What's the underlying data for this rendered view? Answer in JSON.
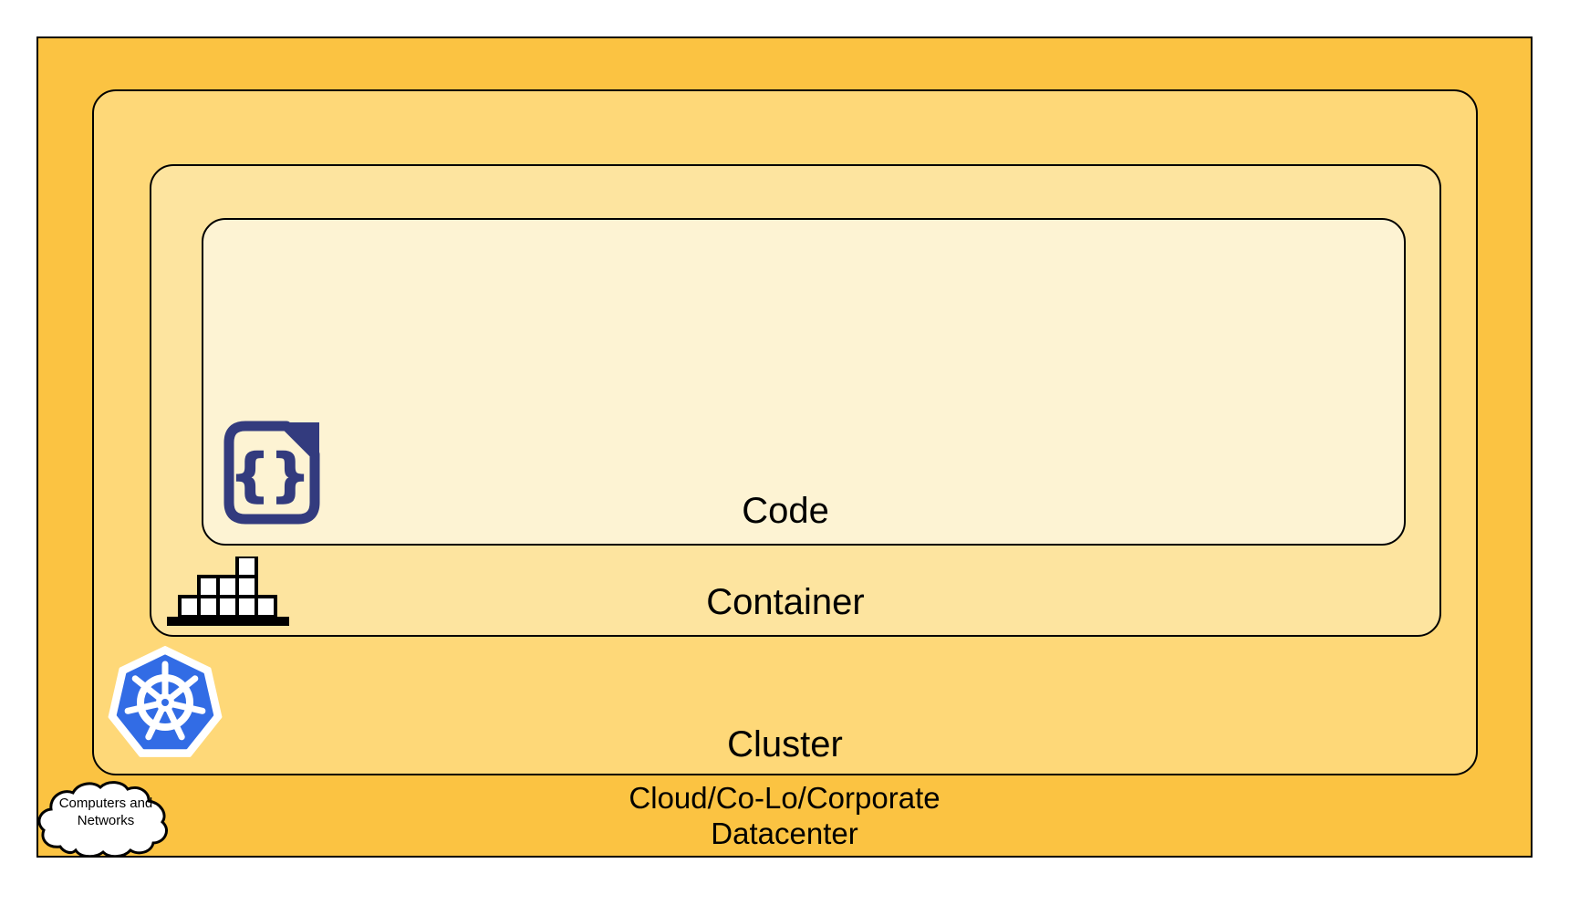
{
  "layers": {
    "code": {
      "label": "Code",
      "fill": "#FDF3D3",
      "icon": "code-file-icon"
    },
    "container": {
      "label": "Container",
      "fill": "#FDE49F",
      "icon": "container-stack-icon"
    },
    "cluster": {
      "label": "Cluster",
      "fill": "#FED878",
      "icon": "kubernetes-icon"
    },
    "datacenter": {
      "label_line1": "Cloud/Co-Lo/Corporate",
      "label_line2": "Datacenter",
      "fill": "#FBC342"
    }
  },
  "cloud_callout": {
    "line1": "Computers and",
    "line2": "Networks",
    "fill": "#FFFFFF"
  },
  "colors": {
    "border": "#000000",
    "kubernetes_blue": "#326CE5",
    "code_icon_navy": "#333B7E",
    "icon_black": "#000000",
    "canvas_background": "#FFFFFF"
  }
}
